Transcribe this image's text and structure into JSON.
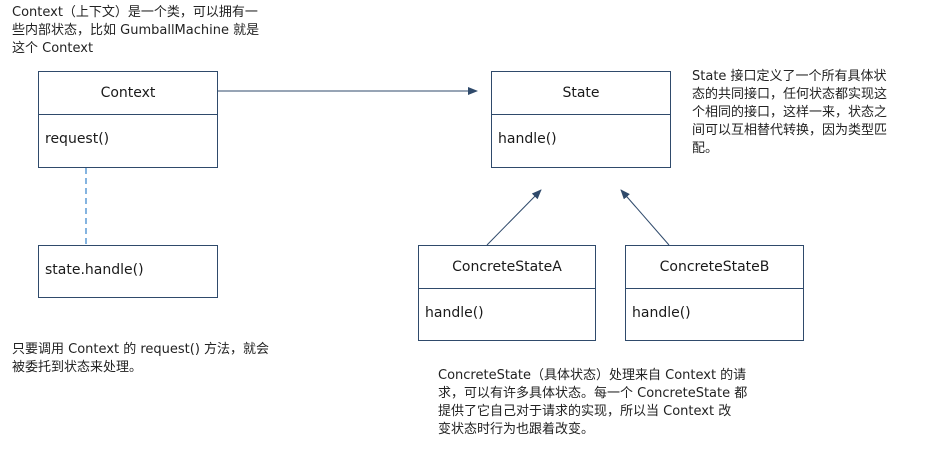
{
  "notes": {
    "context_note": "Context（上下文）是一个类，可以拥有一\n些内部状态，比如 GumballMachine 就是\n这个 Context",
    "state_note": "State 接口定义了一个所有具体状\n态的共同接口，任何状态都实现这\n个相同的接口，这样一来，状态之\n间可以互相替代转换，因为类型匹\n配。",
    "request_note": "只要调用 Context 的 request() 方法，就会\n被委托到状态来处理。",
    "concrete_note": "ConcreteState（具体状态）处理来自 Context 的请\n求，可以有许多具体状态。每一个 ConcreteState 都\n提供了它自己对于请求的实现，所以当 Context 改\n变状态时行为也跟着改变。"
  },
  "classes": {
    "context": {
      "name": "Context",
      "method": "request()"
    },
    "state": {
      "name": "State",
      "method": "handle()"
    },
    "concrete_a": {
      "name": "ConcreteStateA",
      "method": "handle()"
    },
    "concrete_b": {
      "name": "ConcreteStateB",
      "method": "handle()"
    }
  },
  "code_note": {
    "text": "state.handle()"
  },
  "colors": {
    "box_border": "#2f4a6b",
    "arrow": "#2f4a6b",
    "dashed_line": "#5b9bd5"
  }
}
